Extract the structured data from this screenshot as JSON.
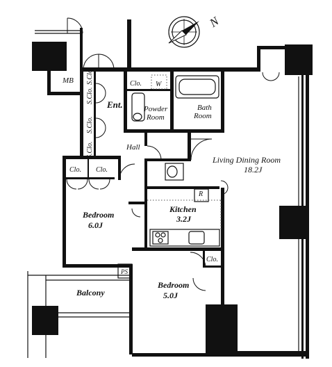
{
  "compass": {
    "north_letter": "N"
  },
  "rooms": {
    "mb": "MB",
    "sclo": [
      "S.Clo.",
      "S.Clo.",
      "S.Clo.",
      "S.Clo."
    ],
    "ent": "Ent.",
    "clo_entry": "Clo.",
    "washer": "W",
    "powder_room": [
      "Powder",
      "Room"
    ],
    "bath_room": [
      "Bath",
      "Room"
    ],
    "hall": "Hall",
    "living_dining": {
      "name": "Living Dining Room",
      "size": "18.2J"
    },
    "clo_bedroom_left": "Clo.",
    "clo_bedroom_right": "Clo.",
    "refrigerator": "R",
    "kitchen": {
      "name": "Kitchen",
      "size": "3.2J"
    },
    "bedroom_1": {
      "name": "Bedroom",
      "size": "6.0J"
    },
    "ps": "PS",
    "balcony": "Balcony",
    "clo_bedroom_2": "Clo.",
    "bedroom_2": {
      "name": "Bedroom",
      "size": "5.0J"
    }
  }
}
